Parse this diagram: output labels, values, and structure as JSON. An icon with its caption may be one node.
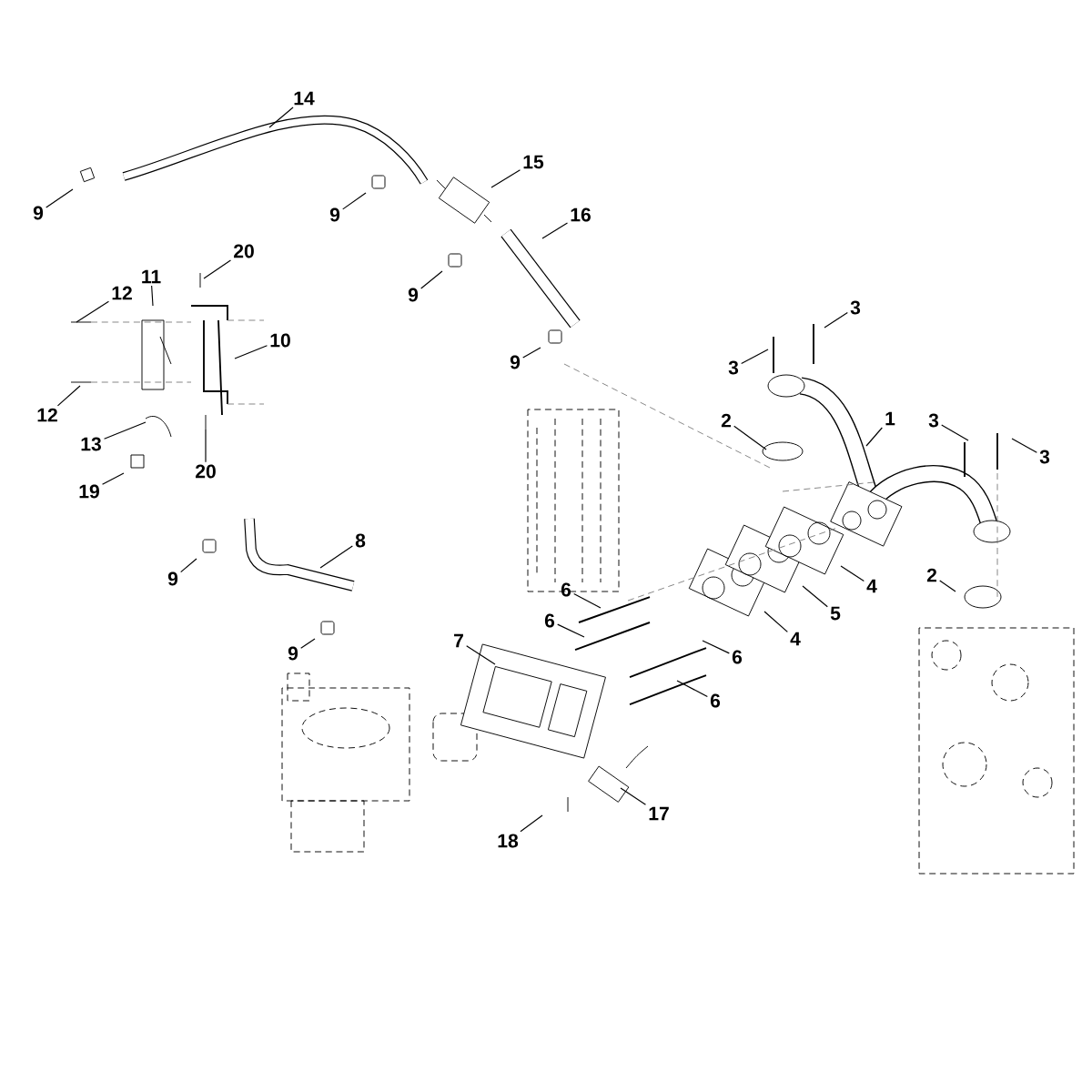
{
  "diagram": {
    "nodes": [
      {
        "text": [
          "14"
        ]
      },
      {
        "text": [
          "9"
        ]
      },
      {
        "text": [
          "15"
        ]
      },
      {
        "text": [
          "9"
        ]
      },
      {
        "text": [
          "16"
        ]
      },
      {
        "text": [
          "20"
        ]
      },
      {
        "text": [
          "11"
        ]
      },
      {
        "text": [
          "12"
        ]
      },
      {
        "text": [
          "9"
        ]
      },
      {
        "text": [
          "3"
        ]
      },
      {
        "text": [
          "10"
        ]
      },
      {
        "text": [
          "9"
        ]
      },
      {
        "text": [
          "3"
        ]
      },
      {
        "text": [
          "12"
        ]
      },
      {
        "text": [
          "2"
        ]
      },
      {
        "text": [
          "1"
        ]
      },
      {
        "text": [
          "3"
        ]
      },
      {
        "text": [
          "13"
        ]
      },
      {
        "text": [
          "3"
        ]
      },
      {
        "text": [
          "20"
        ]
      },
      {
        "text": [
          "19"
        ]
      },
      {
        "text": [
          "8"
        ]
      },
      {
        "text": [
          "2"
        ]
      },
      {
        "text": [
          "9"
        ]
      },
      {
        "text": [
          "4"
        ]
      },
      {
        "text": [
          "6"
        ]
      },
      {
        "text": [
          "5"
        ]
      },
      {
        "text": [
          "6"
        ]
      },
      {
        "text": [
          "4"
        ]
      },
      {
        "text": [
          "7"
        ]
      },
      {
        "text": [
          "9"
        ]
      },
      {
        "text": [
          "6"
        ]
      },
      {
        "text": [
          "6"
        ]
      },
      {
        "text": [
          "17"
        ]
      },
      {
        "text": [
          "18"
        ]
      }
    ],
    "edges": [
      {
        "from": 0,
        "to": null,
        "arrow": "none"
      },
      {
        "from": 1,
        "to": null,
        "arrow": "none"
      },
      {
        "from": 2,
        "to": null,
        "arrow": "none"
      },
      {
        "from": 3,
        "to": null,
        "arrow": "none"
      },
      {
        "from": 4,
        "to": null,
        "arrow": "none"
      },
      {
        "from": 5,
        "to": null,
        "arrow": "none"
      },
      {
        "from": 6,
        "to": null,
        "arrow": "none"
      },
      {
        "from": 7,
        "to": null,
        "arrow": "none"
      },
      {
        "from": 8,
        "to": null,
        "arrow": "none"
      },
      {
        "from": 9,
        "to": null,
        "arrow": "none"
      },
      {
        "from": 10,
        "to": null,
        "arrow": "none"
      },
      {
        "from": 11,
        "to": null,
        "arrow": "none"
      },
      {
        "from": 12,
        "to": null,
        "arrow": "none"
      },
      {
        "from": 13,
        "to": null,
        "arrow": "none"
      },
      {
        "from": 14,
        "to": null,
        "arrow": "none"
      },
      {
        "from": 15,
        "to": null,
        "arrow": "none"
      },
      {
        "from": 16,
        "to": null,
        "arrow": "none"
      },
      {
        "from": 17,
        "to": null,
        "arrow": "none"
      },
      {
        "from": 18,
        "to": null,
        "arrow": "none"
      },
      {
        "from": 19,
        "to": null,
        "arrow": "none"
      },
      {
        "from": 20,
        "to": null,
        "arrow": "none"
      },
      {
        "from": 21,
        "to": null,
        "arrow": "none"
      },
      {
        "from": 22,
        "to": null,
        "arrow": "none"
      },
      {
        "from": 23,
        "to": null,
        "arrow": "none"
      },
      {
        "from": 24,
        "to": null,
        "arrow": "none"
      },
      {
        "from": 25,
        "to": null,
        "arrow": "none"
      },
      {
        "from": 26,
        "to": null,
        "arrow": "none"
      },
      {
        "from": 27,
        "to": null,
        "arrow": "none"
      },
      {
        "from": 28,
        "to": null,
        "arrow": "none"
      },
      {
        "from": 29,
        "to": null,
        "arrow": "none"
      },
      {
        "from": 30,
        "to": null,
        "arrow": "none"
      },
      {
        "from": 31,
        "to": null,
        "arrow": "none"
      },
      {
        "from": 32,
        "to": null,
        "arrow": "none"
      },
      {
        "from": 33,
        "to": null,
        "arrow": "none"
      },
      {
        "from": 34,
        "to": null,
        "arrow": "none"
      }
    ]
  }
}
